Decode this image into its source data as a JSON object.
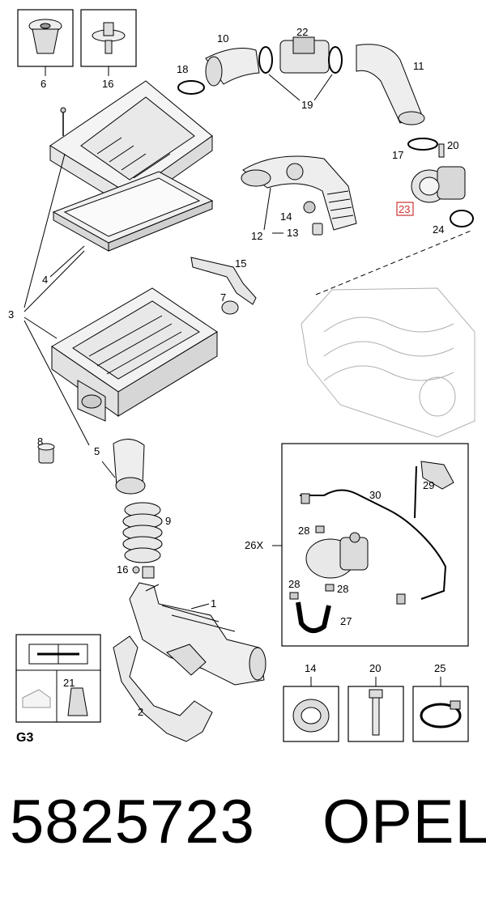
{
  "labels": {
    "l1": "1",
    "l2": "2",
    "l3": "3",
    "l4": "4",
    "l5": "5",
    "l6": "6",
    "l7": "7",
    "l8": "8",
    "l9": "9",
    "l10": "10",
    "l11": "11",
    "l12": "12",
    "l13": "13",
    "l14": "14",
    "l15": "15",
    "l16": "16",
    "l16b": "16",
    "l17": "17",
    "l18": "18",
    "l19": "19",
    "l20": "20",
    "l21": "21",
    "l22": "22",
    "l23": "23",
    "l24": "24",
    "l25": "25",
    "l26x": "26X",
    "l27": "27",
    "l28a": "28",
    "l28b": "28",
    "l28c": "28",
    "l29": "29",
    "l30": "30",
    "legend14": "14",
    "legend20": "20",
    "legend25": "25",
    "group": "G3"
  },
  "footer": {
    "part_number": "5825723",
    "brand": "OPEL"
  },
  "colors": {
    "highlight": "#cc3333",
    "lines": "#000000",
    "ghost": "#b0b0b0"
  }
}
